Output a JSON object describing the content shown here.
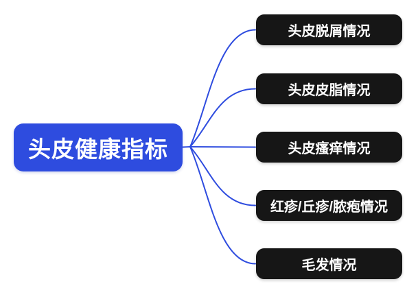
{
  "diagram": {
    "root": {
      "label": "头皮健康指标"
    },
    "branches": [
      {
        "label": "头皮脱屑情况"
      },
      {
        "label": "头皮皮脂情况"
      },
      {
        "label": "头皮瘙痒情况"
      },
      {
        "label": "红疹/丘疹/脓疱情况"
      },
      {
        "label": "毛发情况"
      }
    ],
    "colors": {
      "root_fill": "#2E4CDF",
      "branch_fill": "#161616",
      "connector": "#2E4CDF",
      "text": "#FFFFFF",
      "background": "#FFFFFF"
    }
  }
}
